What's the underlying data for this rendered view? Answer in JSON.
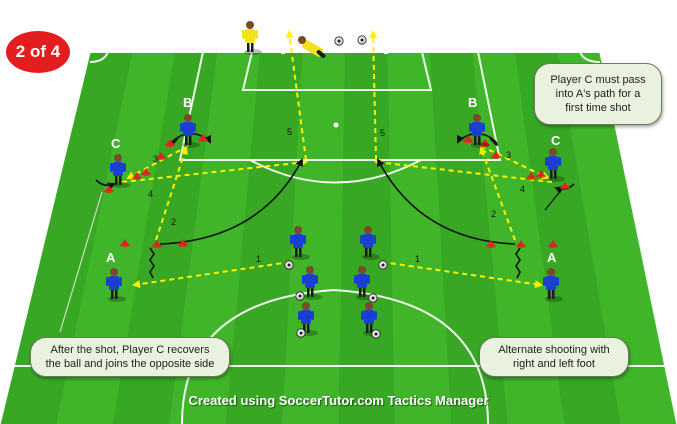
{
  "badge": "2 of 4",
  "colors": {
    "pitch_light": "#41b52a",
    "pitch_dark": "#2f9a1f",
    "player_blue": "#1a3fd1",
    "keeper_yellow": "#f2e21b",
    "arrow_yellow": "#fff200",
    "cone_red": "#e0231f",
    "badge_red": "#e41e1e"
  },
  "group_labels": {
    "b_left": "B",
    "b_right": "B",
    "c_left": "C",
    "c_right": "C",
    "a_left": "A",
    "a_right": "A"
  },
  "pass_numbers": {
    "one_left": "1",
    "one_right": "1",
    "two_left": "2",
    "two_right": "2",
    "three_left": "3",
    "three_right": "3",
    "four_left": "4",
    "four_right": "4",
    "five_left": "5",
    "five_right": "5"
  },
  "notes": {
    "player_c": "Player C must pass\ninto A's path for a\nfirst time shot",
    "recover": "After the shot, Player C recovers\nthe ball and joins the opposite side",
    "alternate": "Alternate shooting with\nright and left foot"
  },
  "credit": "Created using SoccerTutor.com Tactics Manager",
  "icons": [
    "player-icon",
    "goalkeeper-icon",
    "ball-icon",
    "cone-icon",
    "goal-icon"
  ]
}
